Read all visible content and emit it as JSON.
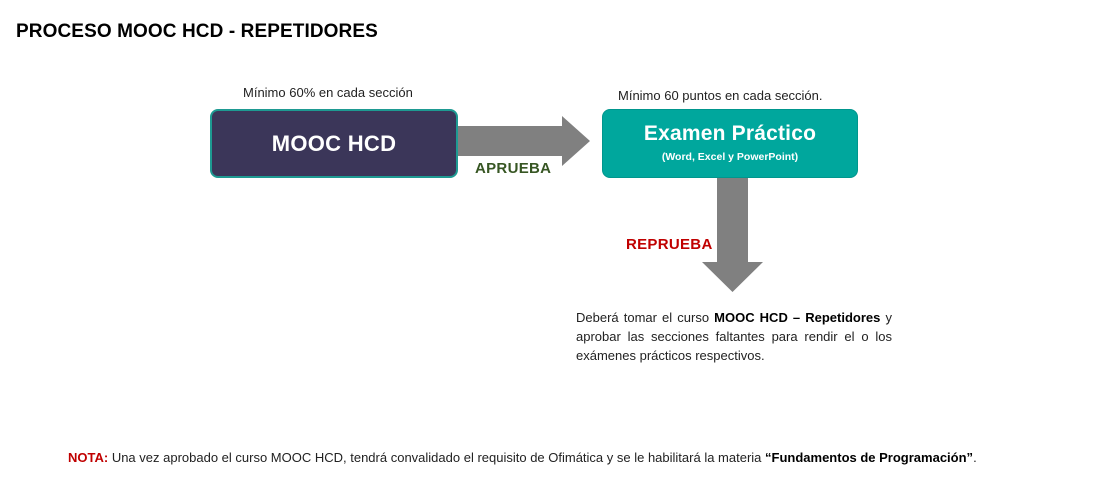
{
  "page": {
    "title": "PROCESO MOOC HCD - REPETIDORES"
  },
  "colors": {
    "mooc_box": "#3b3659",
    "exam_box": "#00a79d",
    "arrow": "#808080",
    "approve": "#375623",
    "fail": "#c00000"
  },
  "diagram": {
    "mooc": {
      "caption": "Mínimo 60% en cada sección",
      "title": "MOOC HCD"
    },
    "exam": {
      "caption": "Mínimo 60 puntos en cada sección.",
      "title": "Examen Práctico",
      "subtitle": "(Word, Excel y PowerPoint)"
    },
    "edges": {
      "approve_label": "APRUEBA",
      "fail_label": "REPRUEBA"
    },
    "instruction": {
      "prefix": "Deberá tomar el curso ",
      "course": "MOOC HCD – Repetidores",
      "suffix": " y aprobar las secciones faltantes para rendir el o los exámenes prácticos respectivos."
    }
  },
  "note": {
    "label": "NOTA:",
    "text": " Una vez aprobado el curso MOOC HCD, tendrá convalidado el requisito de Ofimática y se le habilitará la materia ",
    "subject": "“Fundamentos de Programación”",
    "end": "."
  }
}
